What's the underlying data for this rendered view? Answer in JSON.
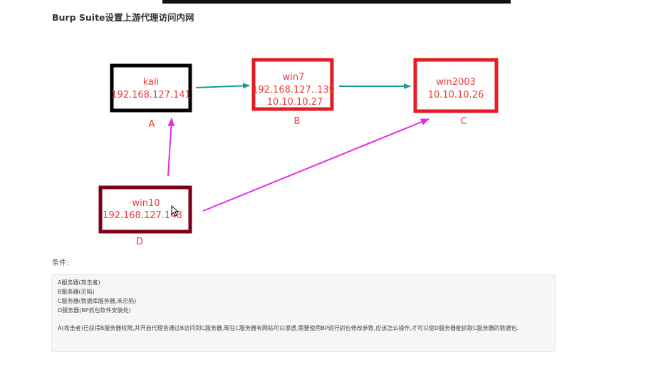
{
  "heading": "Burp Suite设置上游代理访问内网",
  "colors": {
    "text_red": "#ee3a3a",
    "border_black": "#000000",
    "border_red": "#e51c23",
    "border_maroon": "#7a0019",
    "arrow_teal": "#189a95",
    "arrow_magenta": "#e52be4"
  },
  "diagram": {
    "nodes": [
      {
        "id": "A",
        "label": "A",
        "lines": [
          "kali",
          "192.168.127.141"
        ]
      },
      {
        "id": "B",
        "label": "B",
        "lines": [
          "win7",
          "192.168.127..139",
          "10.10.10.27"
        ]
      },
      {
        "id": "C",
        "label": "C",
        "lines": [
          "win2003",
          "10.10.10.26"
        ]
      },
      {
        "id": "D",
        "label": "D",
        "lines": [
          "win10",
          "192.168.127.148"
        ]
      }
    ],
    "edges": [
      {
        "from": "A",
        "to": "B",
        "color": "teal"
      },
      {
        "from": "B",
        "to": "C",
        "color": "teal"
      },
      {
        "from": "D",
        "to": "A",
        "color": "magenta"
      },
      {
        "from": "D",
        "to": "C",
        "color": "magenta"
      }
    ]
  },
  "conditions": {
    "label": "条件:",
    "lines": [
      "A服务器(攻击者)",
      "B服务器(沦陷)",
      "C服务器(数据库服务器,未沦陷)",
      "D服务器(BP抓包软件安装处)"
    ],
    "paragraph": "A(攻击者)已获得B服务器权限,并开启代理皆通过B访问到C服务器,现在C服务器有网站可以渗透,需要使用BP进行抓包修改参数,应该怎么操作,才可以使D服务器能抓取C服务器的数据包."
  }
}
